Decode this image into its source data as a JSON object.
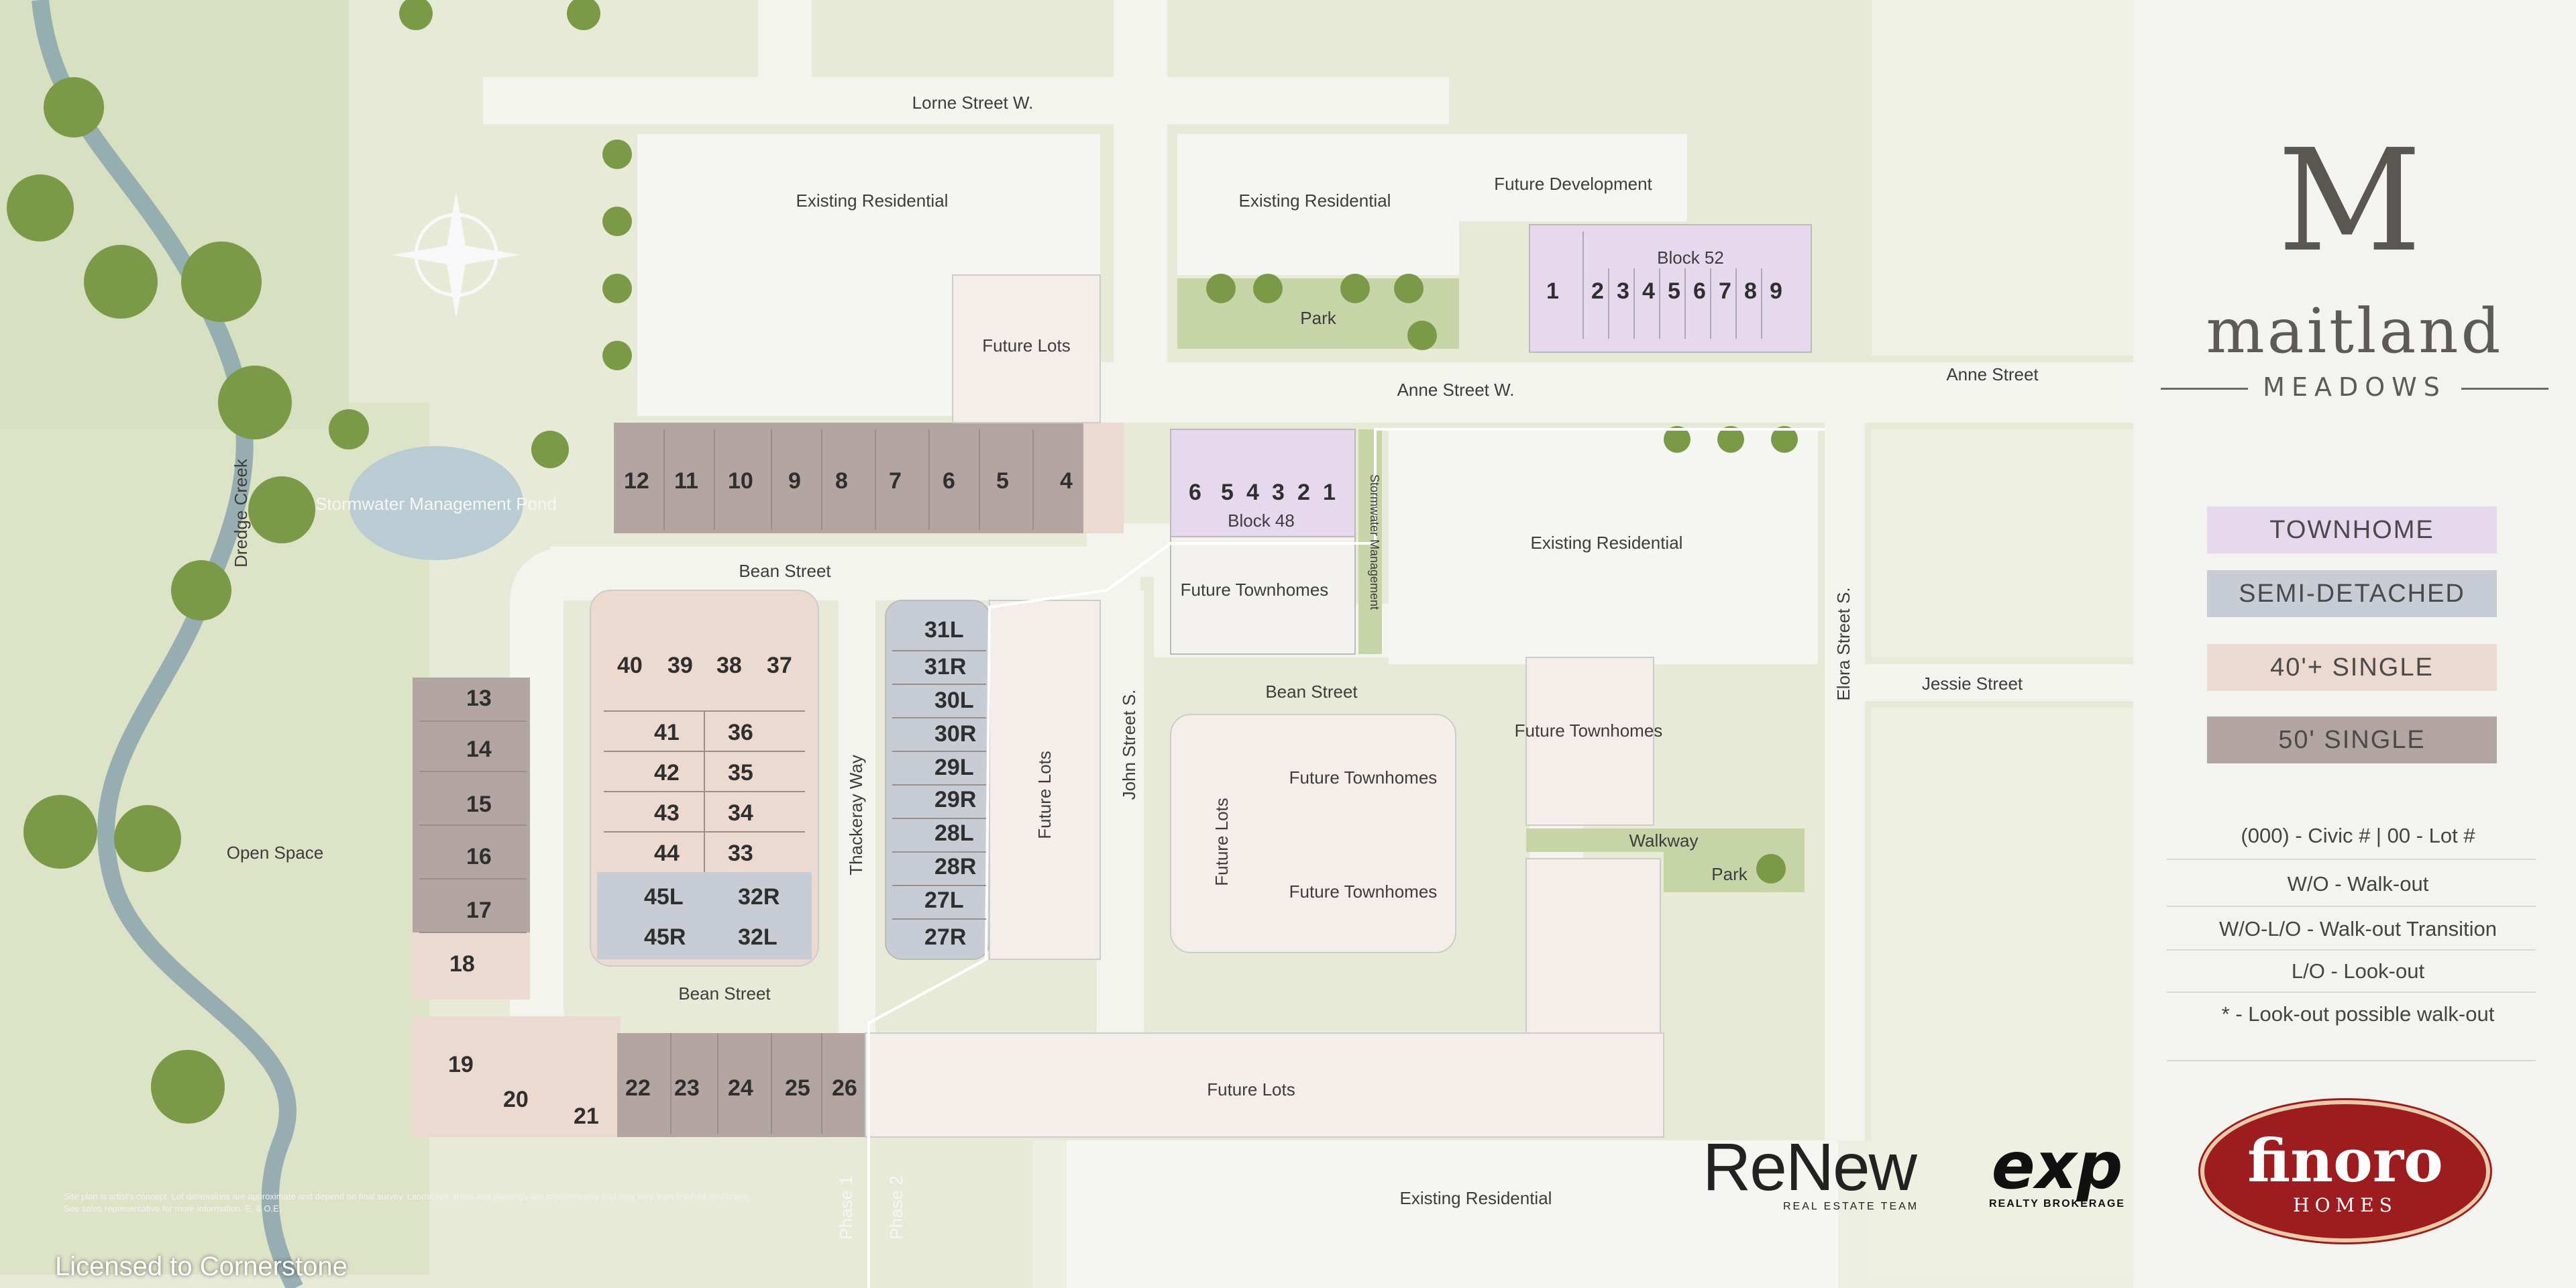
{
  "streets": {
    "lorne": "Lorne Street W.",
    "anne_w": "Anne Street W.",
    "anne": "Anne Street",
    "bean_top": "Bean Street",
    "bean_mid": "Bean Street",
    "bean_bottom": "Bean Street",
    "thackeray": "Thackeray Way",
    "john": "John Street S.",
    "elora": "Elora Street S.",
    "jessie": "Jessie Street",
    "walkway": "Walkway",
    "dredge_creek": "Dredge Creek"
  },
  "areas": {
    "existing_res_1": "Existing Residential",
    "existing_res_2": "Existing Residential",
    "existing_res_3": "Existing Residential",
    "existing_res_4": "Existing Residential",
    "future_development": "Future Development",
    "park_1": "Park",
    "park_2": "Park",
    "future_lots_1": "Future Lots",
    "future_lots_2": "Future Lots",
    "future_lots_3": "Future Lots",
    "future_lots_4": "Future Lots",
    "future_townhomes_1": "Future Townhomes",
    "future_townhomes_2": "Future Townhomes",
    "future_townhomes_3": "Future Townhomes",
    "future_townhomes_4": "Future Townhomes",
    "stormwater_pond": "Stormwater Management Pond",
    "stormwater_mgmt": "Stormwater Management",
    "open_space": "Open Space",
    "phase1": "Phase 1",
    "phase2": "Phase 2"
  },
  "blocks": {
    "block52": {
      "label": "Block 52",
      "lots": [
        "1",
        "2",
        "3",
        "4",
        "5",
        "6",
        "7",
        "8",
        "9"
      ]
    },
    "block48": {
      "label": "Block 48",
      "lots": [
        "6",
        "5",
        "4",
        "3",
        "2",
        "1"
      ]
    }
  },
  "lots": {
    "top_row": [
      "12",
      "11",
      "10",
      "9",
      "8",
      "7",
      "6",
      "5",
      "4"
    ],
    "west_col": [
      "13",
      "14",
      "15",
      "16",
      "17",
      "18"
    ],
    "bottom_row": [
      "19",
      "20",
      "21",
      "22",
      "23",
      "24",
      "25",
      "26"
    ],
    "west_block": [
      [
        "40",
        "39",
        "38",
        "37"
      ],
      [
        "41",
        "36"
      ],
      [
        "42",
        "35"
      ],
      [
        "43",
        "34"
      ],
      [
        "44",
        "33"
      ],
      [
        "45L",
        "32R"
      ],
      [
        "45R",
        "32L"
      ]
    ],
    "semi": [
      "31L",
      "31R",
      "30L",
      "30R",
      "29L",
      "29R",
      "28L",
      "28R",
      "27L",
      "27R"
    ]
  },
  "compass_label": "compass-rose",
  "legend": {
    "brand_name": "maitland",
    "brand_sub": "MEADOWS",
    "types": [
      {
        "label": "TOWNHOME",
        "color": "#e6d9ee"
      },
      {
        "label": "SEMI-DETACHED",
        "color": "#c8ccd4"
      },
      {
        "label": "40'+ SINGLE",
        "color": "#ecd9d0"
      },
      {
        "label": "50' SINGLE",
        "color": "#b3a6a2"
      }
    ],
    "notes": [
      "(000) - Civic #  |  00 - Lot #",
      "W/O - Walk-out",
      "W/O-L/O - Walk-out Transition",
      "L/O - Look-out",
      "* - Look-out possible walk-out"
    ],
    "finoro_name": "finoro",
    "finoro_sub": "HOMES"
  },
  "partners": {
    "renew_name": "ReNew",
    "renew_sub": "REAL ESTATE TEAM",
    "exp_name": "exp",
    "exp_sub": "REALTY BROKERAGE"
  },
  "footer": {
    "disclaimer": "Site plan is artist's concept. Lot dimensions are approximate and depend on final survey. Landscape areas and plantings are concepts only and may vary from finished landscape. See sales representative for more information. E. & O.E.",
    "license": "Licensed to Cornerstone"
  }
}
